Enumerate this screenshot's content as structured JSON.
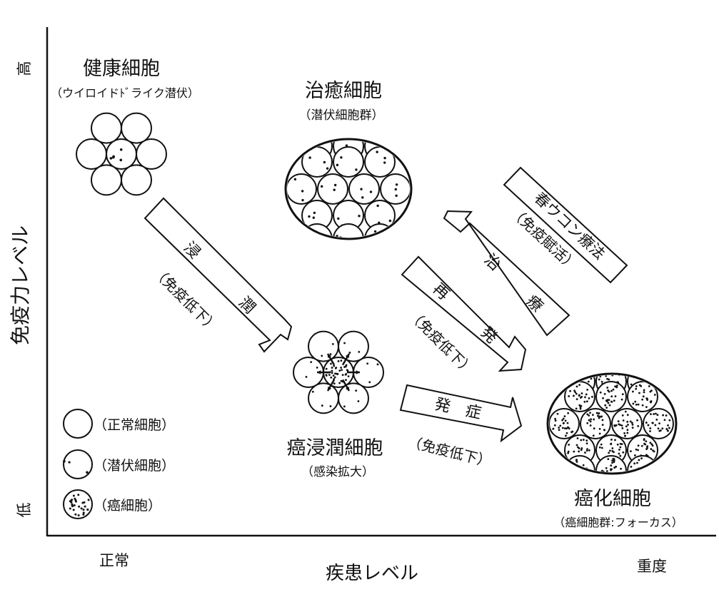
{
  "axes": {
    "y_label": "免疫力レベル",
    "y_high": "高",
    "y_low": "低",
    "x_label": "疾患レベル",
    "x_left": "正常",
    "x_right": "重度"
  },
  "cells": {
    "healthy": {
      "title": "健康細胞",
      "subtitle": "（ウイロイドﾄﾞライク潜伏）"
    },
    "healing": {
      "title": "治癒細胞",
      "subtitle": "（潜伏細胞群）"
    },
    "infiltrating": {
      "title": "癌浸潤細胞",
      "subtitle": "（感染拡大）"
    },
    "cancer": {
      "title": "癌化細胞",
      "subtitle": "（癌細胞群:フォーカス）"
    }
  },
  "arrows": {
    "invasion": {
      "char1": "浸",
      "char2": "潤",
      "note": "（免疫低下）"
    },
    "onset": {
      "label": "発　症",
      "note": "（免疫低下）"
    },
    "relapse": {
      "char1": "再",
      "char2": "発",
      "note": "（免疫低下）"
    },
    "cure": {
      "char1": "治",
      "char2": "療"
    },
    "therapy": {
      "label": "春ウコン療法",
      "note": "（免疫賦活）"
    }
  },
  "legend": [
    {
      "label": "（正常細胞）"
    },
    {
      "label": "（潜伏細胞）"
    },
    {
      "label": "（癌細胞）"
    }
  ]
}
